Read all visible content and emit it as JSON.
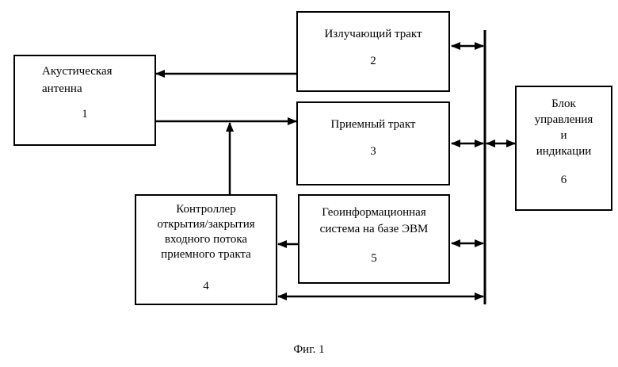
{
  "blocks": {
    "b1": {
      "line1": "Акустическая",
      "line2": "антенна",
      "number": "1"
    },
    "b2": {
      "title": "Излучающий тракт",
      "number": "2"
    },
    "b3": {
      "title": "Приемный тракт",
      "number": "3"
    },
    "b4": {
      "line1": "Контроллер",
      "line2": "открытия/закрытия",
      "line3": "входного потока",
      "line4": "приемного тракта",
      "number": "4"
    },
    "b5": {
      "line1": "Геоинформационная",
      "line2": "система  на базе ЭВМ",
      "number": "5"
    },
    "b6": {
      "line1": "Блок",
      "line2": "управления",
      "line3": "и",
      "line4": "индикации",
      "number": "6"
    }
  },
  "caption": "Фиг. 1"
}
